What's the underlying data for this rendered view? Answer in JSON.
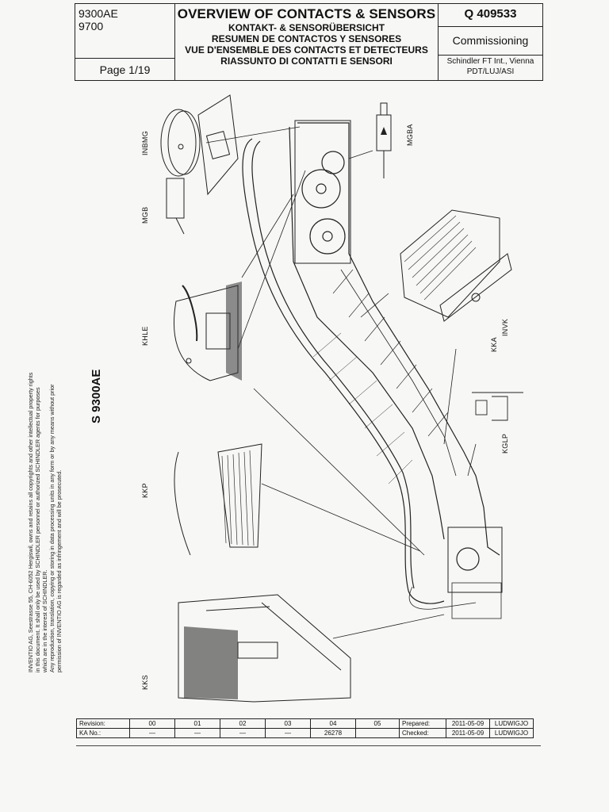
{
  "header": {
    "code_line1": "9300AE",
    "code_line2": "9700",
    "page": "Page 1/19",
    "title": "OVERVIEW OF CONTACTS & SENSORS",
    "subtitles": [
      "KONTAKT- & SENSORÜBERSICHT",
      "RESUMEN DE CONTACTOS Y SENSORES",
      "VUE D'ENSEMBLE DES CONTACTS ET DETECTEURS",
      "RIASSUNTO DI CONTATTI E SENSORI"
    ],
    "doc_number": "Q 409533",
    "doc_type": "Commissioning",
    "org_line1": "Schindler FT Int., Vienna",
    "org_line2": "PDT/LUJ/ASI"
  },
  "model": "S 9300AE",
  "sensors": {
    "inbmg": "INBMG",
    "mgb": "MGB",
    "khle": "KHLE",
    "kkp": "KKP",
    "kks": "KKS",
    "mgba": "MGBA",
    "kka": "KKA",
    "invk": "INVK",
    "kglp": "KGLP"
  },
  "legal": [
    "INVENTIO AG, Seestrasse 55, CH-6052 Hergiswil, owns and retains all copyrights and other intellectual property rights",
    "in this document. It shall only be used by SCHINDLER personnel or authorized SCHINDLER agents for purposes",
    "which are in the interest of SCHINDLER.",
    "Any reproduction, translation, copying or storing in data processing units in any form or by any means without prior",
    "permission of INVENTIO AG is regarded as infringement and will be prosecuted."
  ],
  "revisions": {
    "row1_label": "Revision:",
    "row1": [
      "00",
      "01",
      "02",
      "03",
      "04",
      "05"
    ],
    "row2_label": "KA No.:",
    "row2": [
      "—",
      "—",
      "—",
      "—",
      "26278",
      ""
    ],
    "prepared_label": "Prepared:",
    "prepared_date": "2011-05-09",
    "prepared_by": "LUDWIGJO",
    "checked_label": "Checked:",
    "checked_date": "2011-05-09",
    "checked_by": "LUDWIGJO"
  }
}
